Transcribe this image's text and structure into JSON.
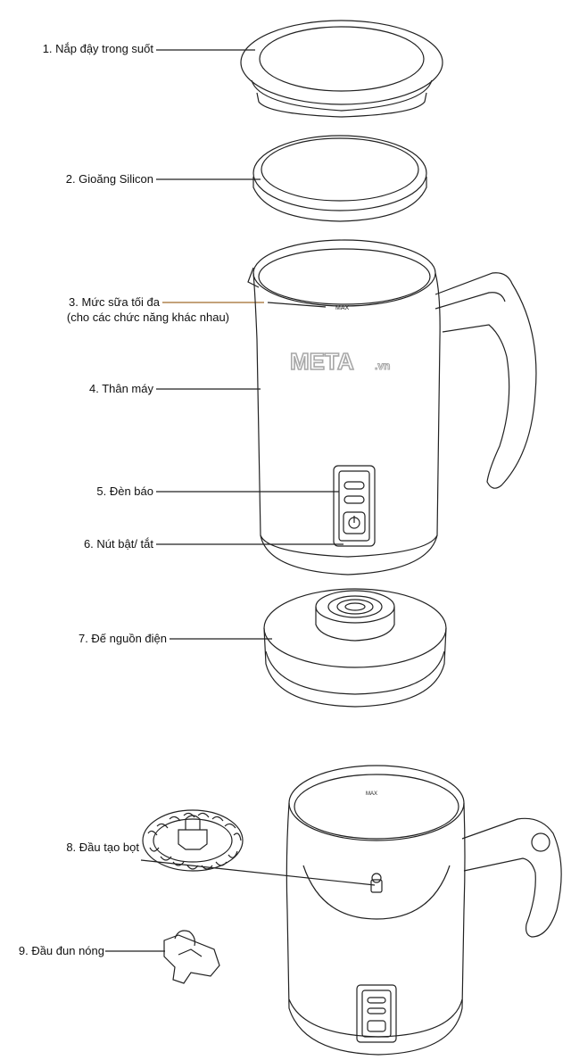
{
  "parts": [
    {
      "id": "lid",
      "label": "1. Nắp đậy trong suốt"
    },
    {
      "id": "gasket",
      "label": "2. Gioăng Silicon"
    },
    {
      "id": "max-level",
      "label": "3. Mức sữa tối đa",
      "sublabel": "(cho các chức năng khác nhau)"
    },
    {
      "id": "body",
      "label": "4. Thân máy"
    },
    {
      "id": "indicator",
      "label": "5. Đèn báo"
    },
    {
      "id": "power-button",
      "label": "6. Nút bật/ tắt"
    },
    {
      "id": "base",
      "label": "7. Đế nguồn điện"
    },
    {
      "id": "whisk",
      "label": "8. Đầu tạo bọt"
    },
    {
      "id": "heater",
      "label": "9. Đầu đun nóng"
    }
  ],
  "markings": {
    "max": "MAX",
    "watermark_main": "META",
    "watermark_suffix": ".vn"
  }
}
